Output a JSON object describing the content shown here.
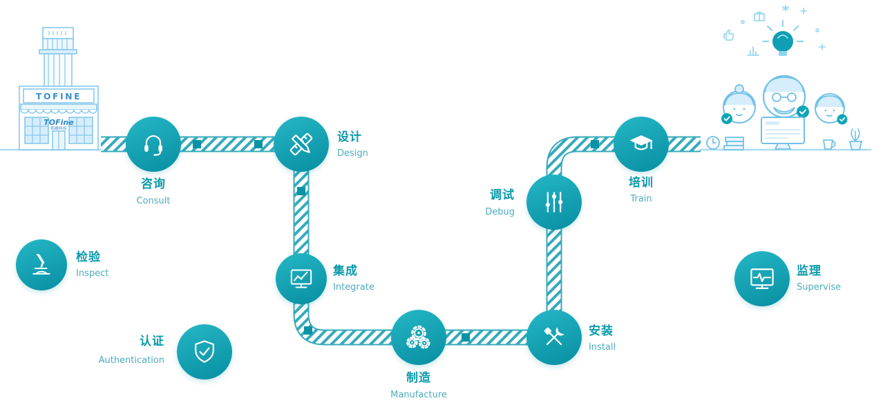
{
  "brand": {
    "sign": "TOFINE",
    "logo_script": "TOFine",
    "logo_sub": "拓峰科技"
  },
  "flow_steps": [
    {
      "zh": "咨询",
      "en": "Consult",
      "icon": "headset-icon"
    },
    {
      "zh": "设计",
      "en": "Design",
      "icon": "pencil-ruler-icon"
    },
    {
      "zh": "集成",
      "en": "Integrate",
      "icon": "monitor-chart-icon"
    },
    {
      "zh": "制造",
      "en": "Manufacture",
      "icon": "gears-icon"
    },
    {
      "zh": "安装",
      "en": "Install",
      "icon": "wrench-screwdriver-icon"
    },
    {
      "zh": "调试",
      "en": "Debug",
      "icon": "sliders-icon"
    },
    {
      "zh": "培训",
      "en": "Train",
      "icon": "graduation-cap-icon"
    }
  ],
  "side_steps": [
    {
      "zh": "检验",
      "en": "Inspect",
      "icon": "microscope-icon"
    },
    {
      "zh": "认证",
      "en": "Authentication",
      "icon": "shield-check-icon"
    },
    {
      "zh": "监理",
      "en": "Supervise",
      "icon": "monitor-pulse-icon"
    }
  ],
  "colors": {
    "circle_top": "#25b7c6",
    "circle_bottom": "#0b93a6",
    "ribbon": "#35aaba",
    "marker": "#0a93a6",
    "label_zh": "#0b9aab",
    "label_en": "#4aabbd",
    "illustration_line": "#6fc0e8",
    "illustration_light": "#aadcf2"
  }
}
